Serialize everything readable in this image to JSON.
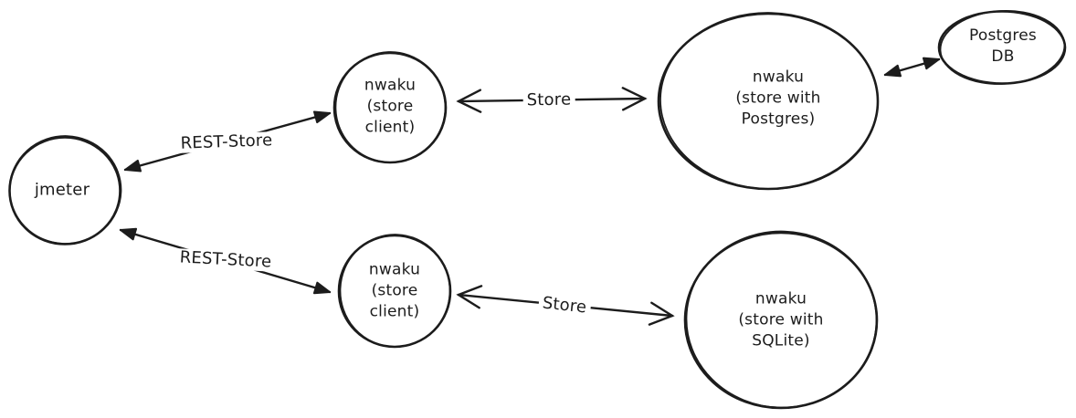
{
  "diagram": {
    "style": "hand-drawn sketch",
    "background_color": "#ffffff",
    "ink_color": "#1c1c1c",
    "nodes": {
      "jmeter": {
        "label": "jmeter",
        "shape": "circle"
      },
      "store_client_top": {
        "label": "nwaku\n(store\nclient)",
        "shape": "circle"
      },
      "store_postgres": {
        "label": "nwaku\n(store with\nPostgres)",
        "shape": "circle"
      },
      "postgres_db": {
        "label": "Postgres\nDB",
        "shape": "ellipse"
      },
      "store_client_bottom": {
        "label": "nwaku\n(store\nclient)",
        "shape": "circle"
      },
      "store_sqlite": {
        "label": "nwaku\n(store with\nSQLite)",
        "shape": "circle"
      }
    },
    "edges": {
      "rest_store_top": {
        "label": "REST-Store",
        "from": "jmeter",
        "to": "store_client_top",
        "arrowheads": "solid-both-ends"
      },
      "rest_store_bottom": {
        "label": "REST-Store",
        "from": "jmeter",
        "to": "store_client_bottom",
        "arrowheads": "solid-both-ends"
      },
      "store_top": {
        "label": "Store",
        "from": "store_client_top",
        "to": "store_postgres",
        "arrowheads": "open-both-ends"
      },
      "store_bottom": {
        "label": "Store",
        "from": "store_client_bottom",
        "to": "store_sqlite",
        "arrowheads": "open-both-ends"
      },
      "postgres_link": {
        "label": "",
        "from": "store_postgres",
        "to": "postgres_db",
        "arrowheads": "solid-both-ends"
      }
    }
  }
}
